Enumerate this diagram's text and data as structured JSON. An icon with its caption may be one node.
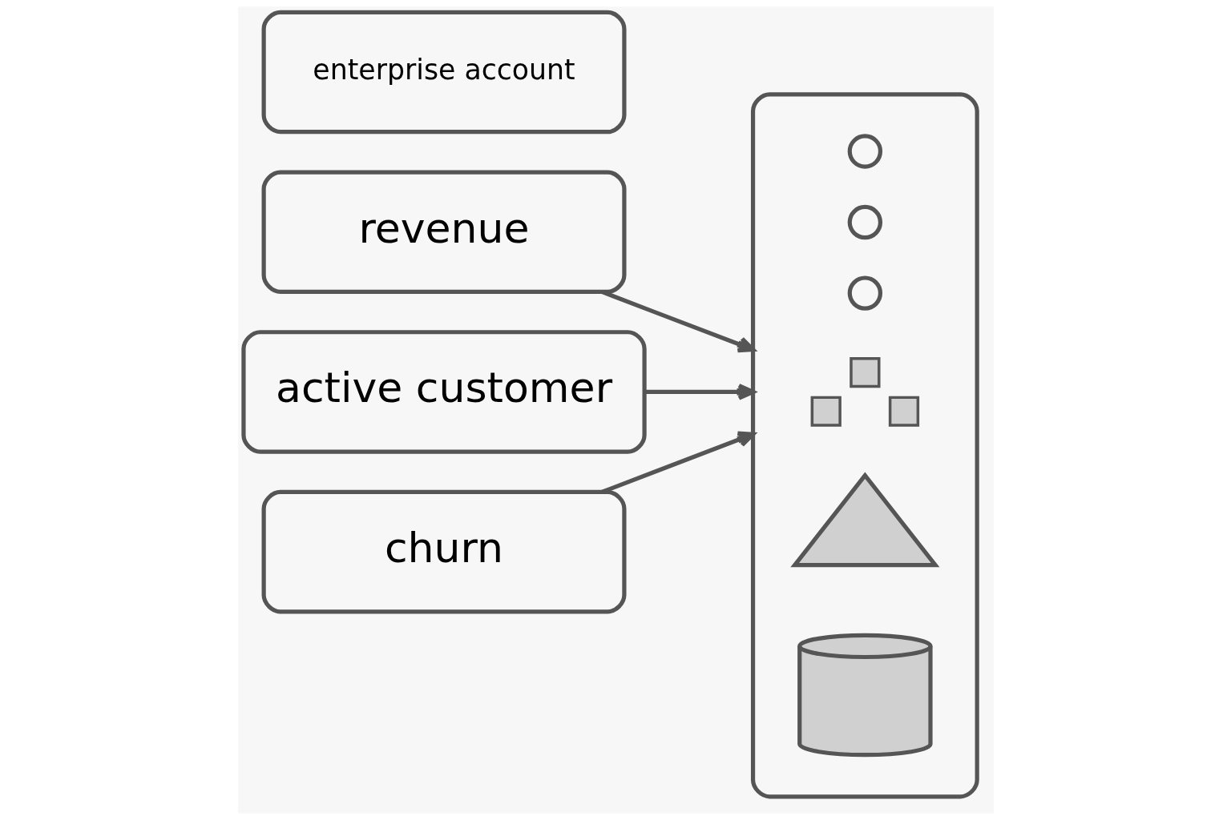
{
  "diagram": {
    "nodes": [
      {
        "text": [
          "revenue"
        ]
      },
      {
        "text": [
          "active customer"
        ]
      },
      {
        "text": [
          "churn"
        ]
      },
      {
        "text": [
          "enterprise account"
        ]
      },
      {
        "text": [],
        "shape": "box"
      },
      {
        "text": [],
        "shape": "circle",
        "in": 4
      },
      {
        "text": [],
        "shape": "circle",
        "in": 4
      },
      {
        "text": [],
        "shape": "circle",
        "in": 4
      },
      {
        "text": [],
        "shape": "picture",
        "in": 4
      },
      {
        "text": [],
        "shape": "triangle",
        "in": 4
      },
      {
        "text": [],
        "shape": "cylinder",
        "in": 4
      }
    ],
    "edges": [
      {
        "from": 0,
        "to": 4,
        "arrow": "to"
      },
      {
        "from": 1,
        "to": 4,
        "arrow": "to"
      },
      {
        "from": 2,
        "to": 4,
        "arrow": "to"
      }
    ]
  }
}
